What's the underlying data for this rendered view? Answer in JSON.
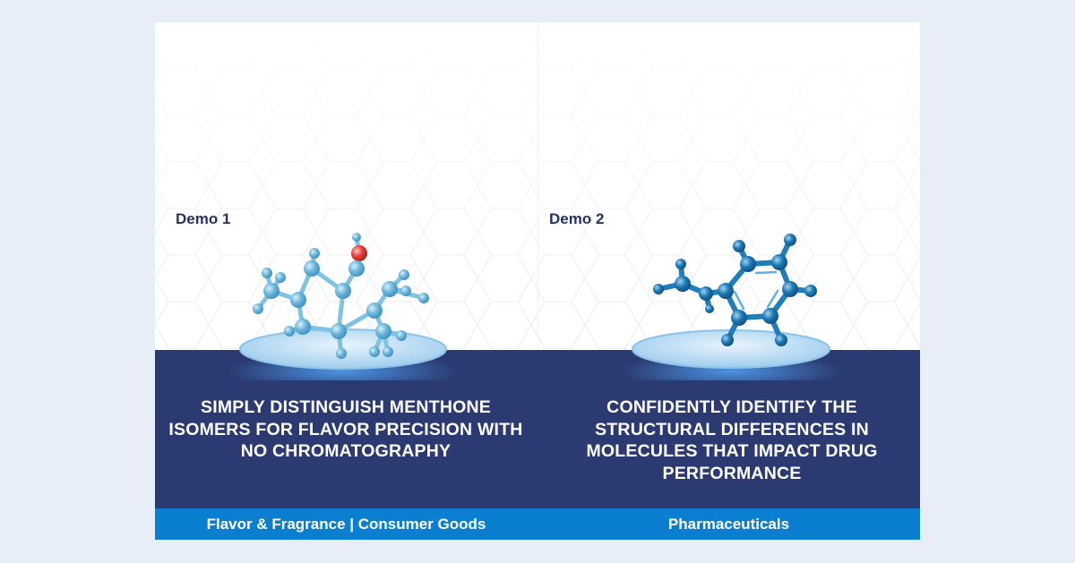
{
  "panels": [
    {
      "label": "Demo 1",
      "headline": "Simply distinguish menthone isomers for flavor precision with no chromatography",
      "footer": "Flavor & Fragrance | Consumer Goods",
      "molecule_icon": "menthone-molecule-icon"
    },
    {
      "label": "Demo 2",
      "headline": "Confidently identify the structural differences in molecules that impact drug performance",
      "footer": "Pharmaceuticals",
      "molecule_icon": "aromatic-molecule-icon"
    }
  ],
  "colors": {
    "background": "#e8eef8",
    "band": "#2b3a70",
    "footer": "#0b7fcf",
    "label": "#253263",
    "atom_light": "#6cb6dc",
    "atom_dark": "#1c78b5",
    "oxygen": "#e0403a"
  }
}
